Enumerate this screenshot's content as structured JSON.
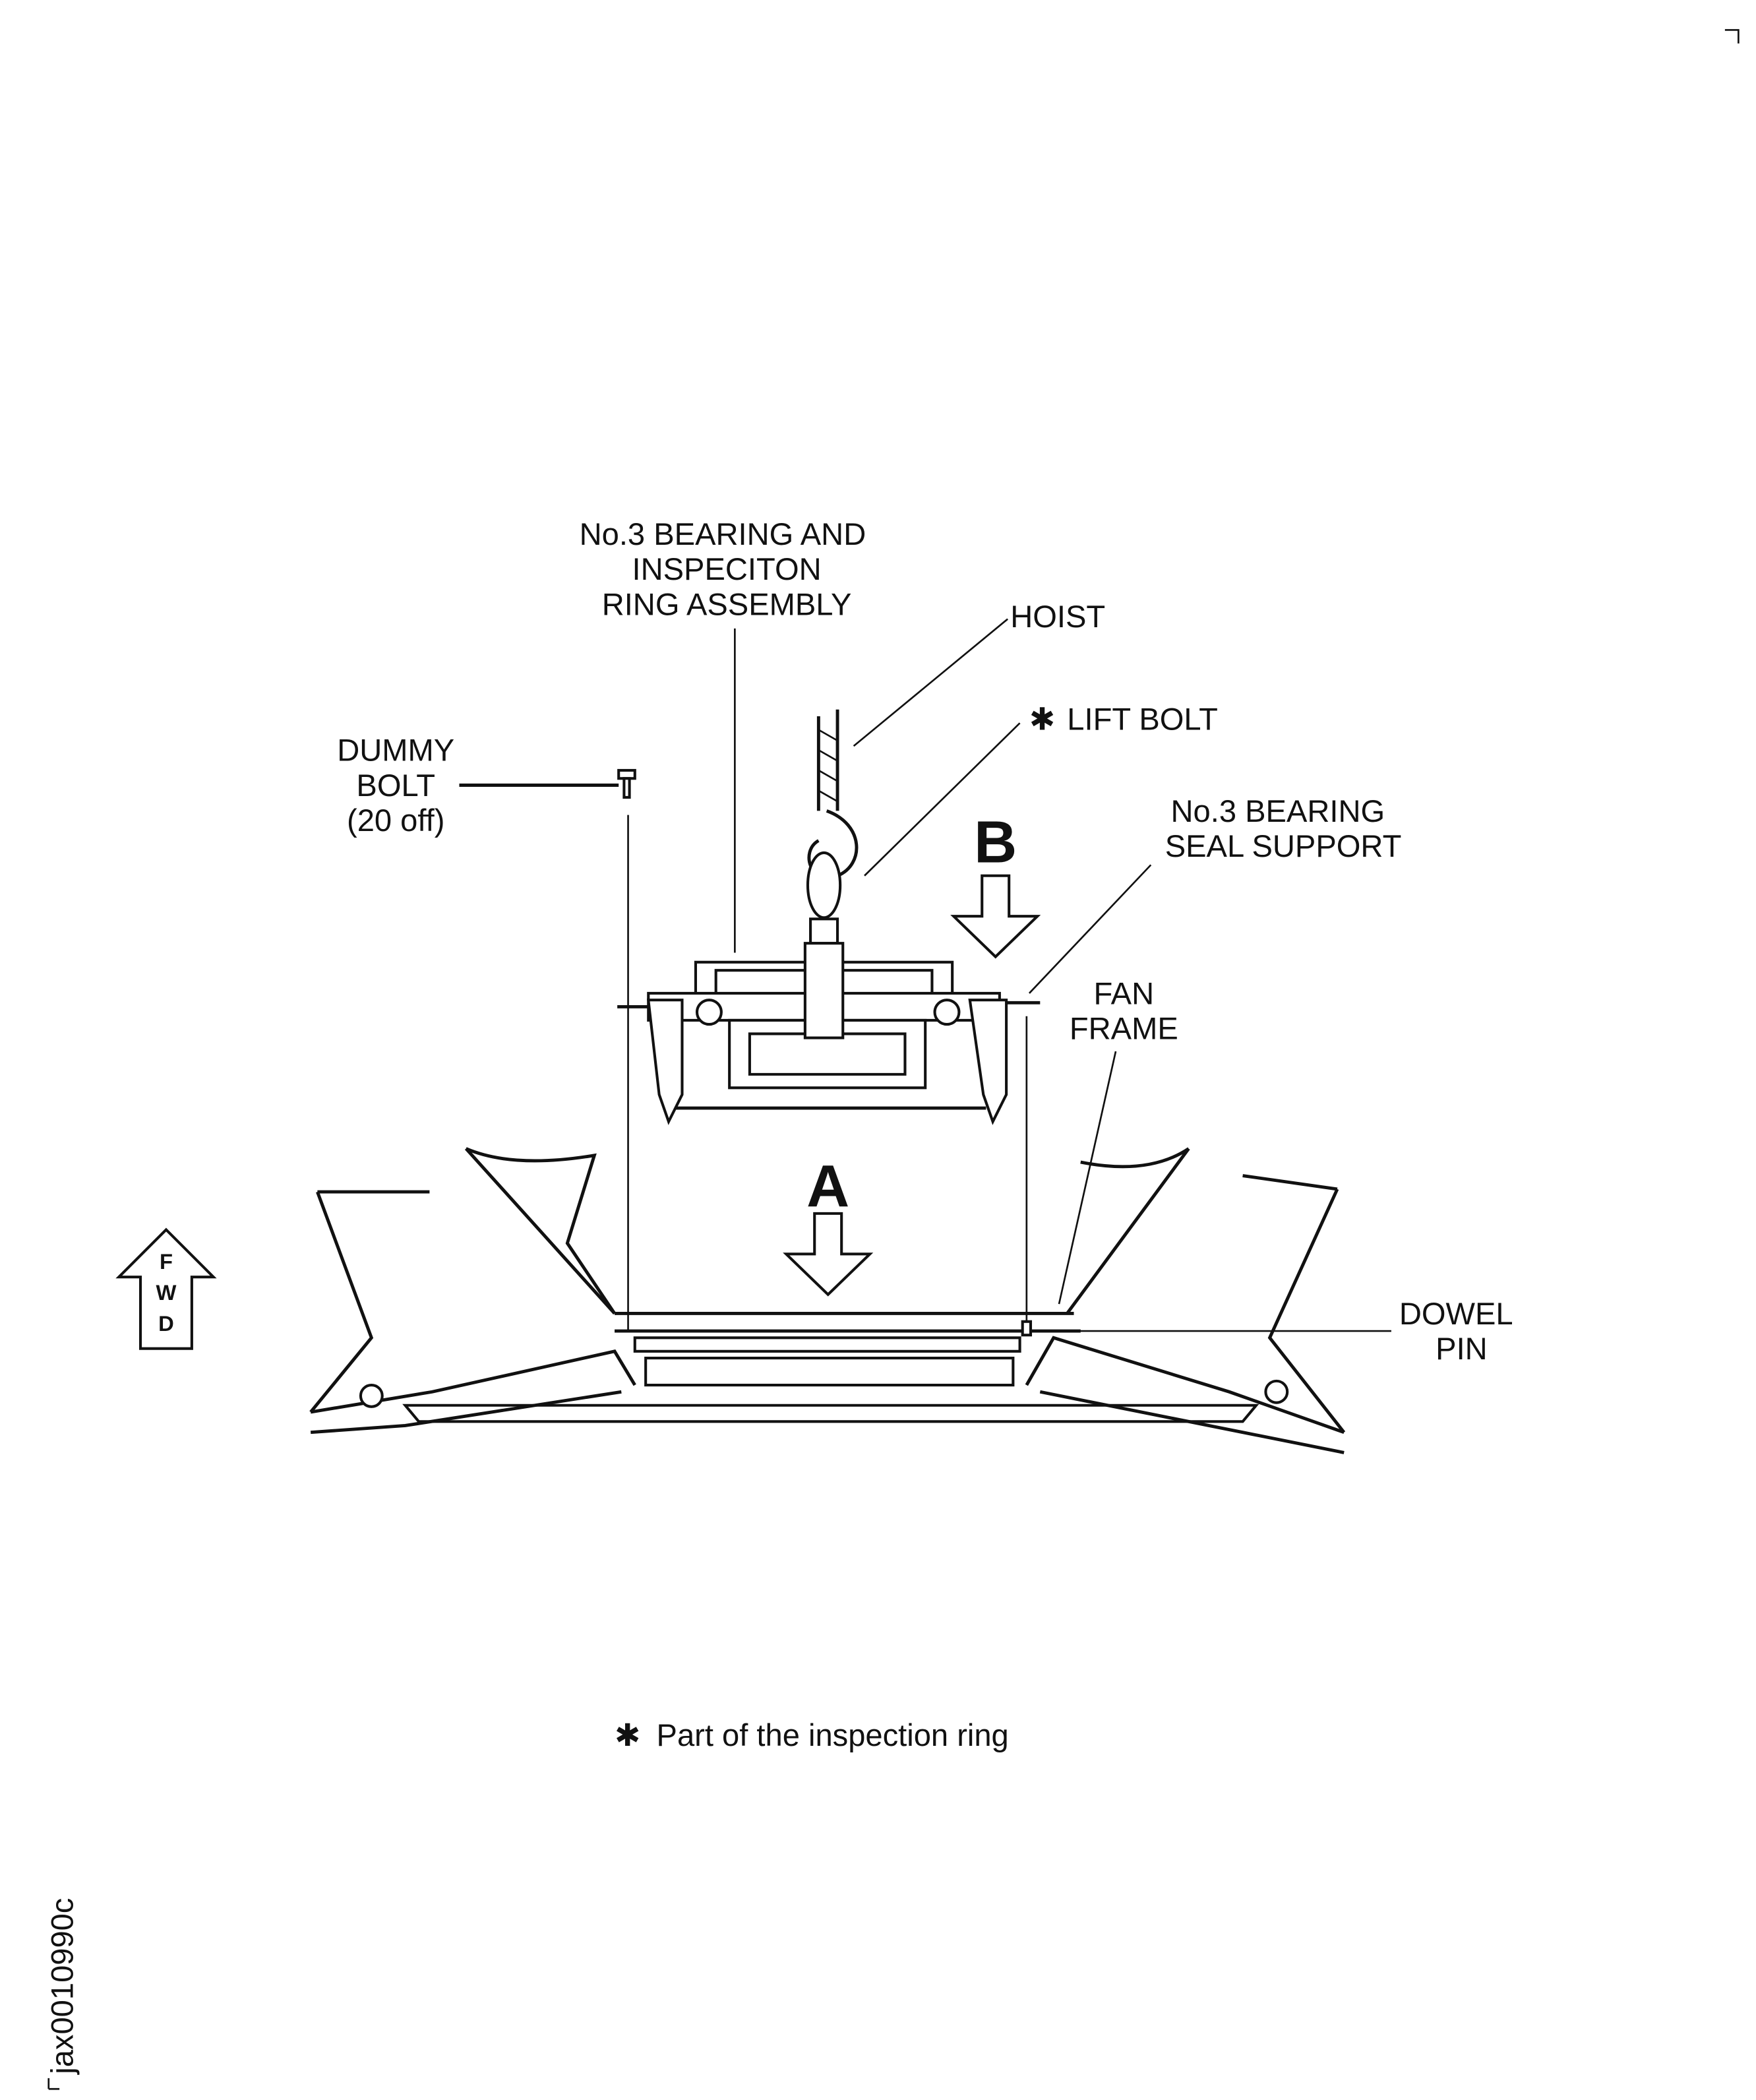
{
  "labels": {
    "assembly": [
      "No.3 BEARING AND",
      "INSPECITON",
      "RING ASSEMBLY"
    ],
    "hoist": "HOIST",
    "lift_bolt": "LIFT BOLT",
    "dummy_bolt": [
      "DUMMY",
      "BOLT",
      "(20 off)"
    ],
    "seal_support": [
      "No.3 BEARING",
      "SEAL SUPPORT"
    ],
    "fan_frame": [
      "FAN",
      "FRAME"
    ],
    "dowel_pin": [
      "DOWEL",
      "PIN"
    ],
    "view_a": "A",
    "view_b": "B",
    "fwd": [
      "F",
      "W",
      "D"
    ],
    "asterisk": "✱"
  },
  "footnote": "Part of the inspection ring",
  "figure_id": "jax0010990c"
}
